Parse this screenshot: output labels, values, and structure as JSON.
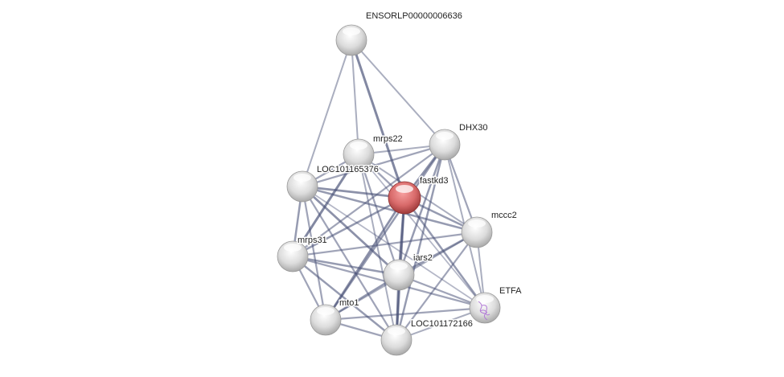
{
  "network": {
    "query_color": "#d9534f",
    "node_color": "#e6e6e6",
    "edge_color": "#4a5278",
    "nodes": [
      {
        "id": "ENSORLP00000006636",
        "label": "ENSORLP00000006636"
      },
      {
        "id": "mrps22",
        "label": "mrps22"
      },
      {
        "id": "DHX30",
        "label": "DHX30"
      },
      {
        "id": "LOC101165376",
        "label": "LOC101165376"
      },
      {
        "id": "fastkd3",
        "label": "fastkd3",
        "query": true
      },
      {
        "id": "mccc2",
        "label": "mccc2"
      },
      {
        "id": "mrps31",
        "label": "mrps31"
      },
      {
        "id": "iars2",
        "label": "iars2"
      },
      {
        "id": "ETFA",
        "label": "ETFA",
        "structure": true
      },
      {
        "id": "mto1",
        "label": "mto1"
      },
      {
        "id": "LOC101172166",
        "label": "LOC101172166"
      }
    ],
    "edges": [
      [
        "ENSORLP00000006636",
        "LOC101165376",
        0.4
      ],
      [
        "ENSORLP00000006636",
        "mrps22",
        0.4
      ],
      [
        "ENSORLP00000006636",
        "fastkd3",
        0.8
      ],
      [
        "ENSORLP00000006636",
        "DHX30",
        0.4
      ],
      [
        "mrps22",
        "DHX30",
        0.4
      ],
      [
        "mrps22",
        "LOC101165376",
        0.5
      ],
      [
        "mrps22",
        "fastkd3",
        0.5
      ],
      [
        "mrps22",
        "mrps31",
        0.8
      ],
      [
        "mrps22",
        "iars2",
        0.5
      ],
      [
        "mrps22",
        "mccc2",
        0.4
      ],
      [
        "mrps22",
        "LOC101172166",
        0.4
      ],
      [
        "mrps22",
        "ETFA",
        0.3
      ],
      [
        "DHX30",
        "fastkd3",
        0.7
      ],
      [
        "DHX30",
        "LOC101165376",
        0.5
      ],
      [
        "DHX30",
        "mccc2",
        0.5
      ],
      [
        "DHX30",
        "iars2",
        0.6
      ],
      [
        "DHX30",
        "ETFA",
        0.4
      ],
      [
        "DHX30",
        "mto1",
        0.6
      ],
      [
        "DHX30",
        "LOC101172166",
        0.6
      ],
      [
        "DHX30",
        "mrps31",
        0.5
      ],
      [
        "LOC101165376",
        "fastkd3",
        0.7
      ],
      [
        "LOC101165376",
        "mrps31",
        0.6
      ],
      [
        "LOC101165376",
        "iars2",
        0.7
      ],
      [
        "LOC101165376",
        "mccc2",
        0.6
      ],
      [
        "LOC101165376",
        "mto1",
        0.5
      ],
      [
        "LOC101165376",
        "LOC101172166",
        0.5
      ],
      [
        "LOC101165376",
        "ETFA",
        0.3
      ],
      [
        "fastkd3",
        "mccc2",
        0.6
      ],
      [
        "fastkd3",
        "mrps31",
        0.6
      ],
      [
        "fastkd3",
        "iars2",
        0.8
      ],
      [
        "fastkd3",
        "ETFA",
        0.6
      ],
      [
        "fastkd3",
        "mto1",
        0.7
      ],
      [
        "fastkd3",
        "LOC101172166",
        0.7
      ],
      [
        "mccc2",
        "mrps31",
        0.5
      ],
      [
        "mccc2",
        "iars2",
        0.6
      ],
      [
        "mccc2",
        "ETFA",
        0.4
      ],
      [
        "mccc2",
        "LOC101172166",
        0.5
      ],
      [
        "mccc2",
        "mto1",
        0.4
      ],
      [
        "mrps31",
        "iars2",
        0.6
      ],
      [
        "mrps31",
        "mto1",
        0.5
      ],
      [
        "mrps31",
        "LOC101172166",
        0.6
      ],
      [
        "mrps31",
        "ETFA",
        0.5
      ],
      [
        "iars2",
        "ETFA",
        0.5
      ],
      [
        "iars2",
        "mto1",
        0.6
      ],
      [
        "iars2",
        "LOC101172166",
        0.8
      ],
      [
        "ETFA",
        "mto1",
        0.5
      ],
      [
        "ETFA",
        "LOC101172166",
        0.4
      ],
      [
        "mto1",
        "LOC101172166",
        0.5
      ]
    ]
  }
}
